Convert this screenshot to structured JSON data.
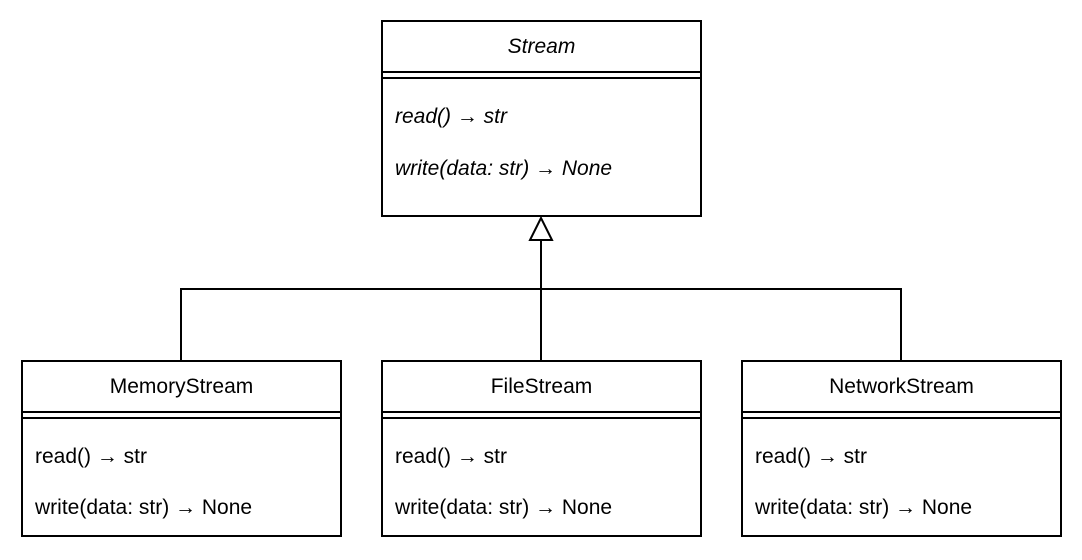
{
  "diagram": {
    "base_class": {
      "name": "Stream",
      "methods": [
        "read() → str",
        "write(data: str) → None"
      ]
    },
    "subclasses": [
      {
        "name": "MemoryStream",
        "methods": [
          "read() → str",
          "write(data: str) → None"
        ]
      },
      {
        "name": "FileStream",
        "methods": [
          "read() → str",
          "write(data: str) → None"
        ]
      },
      {
        "name": "NetworkStream",
        "methods": [
          "read() → str",
          "write(data: str) → None"
        ]
      }
    ]
  }
}
